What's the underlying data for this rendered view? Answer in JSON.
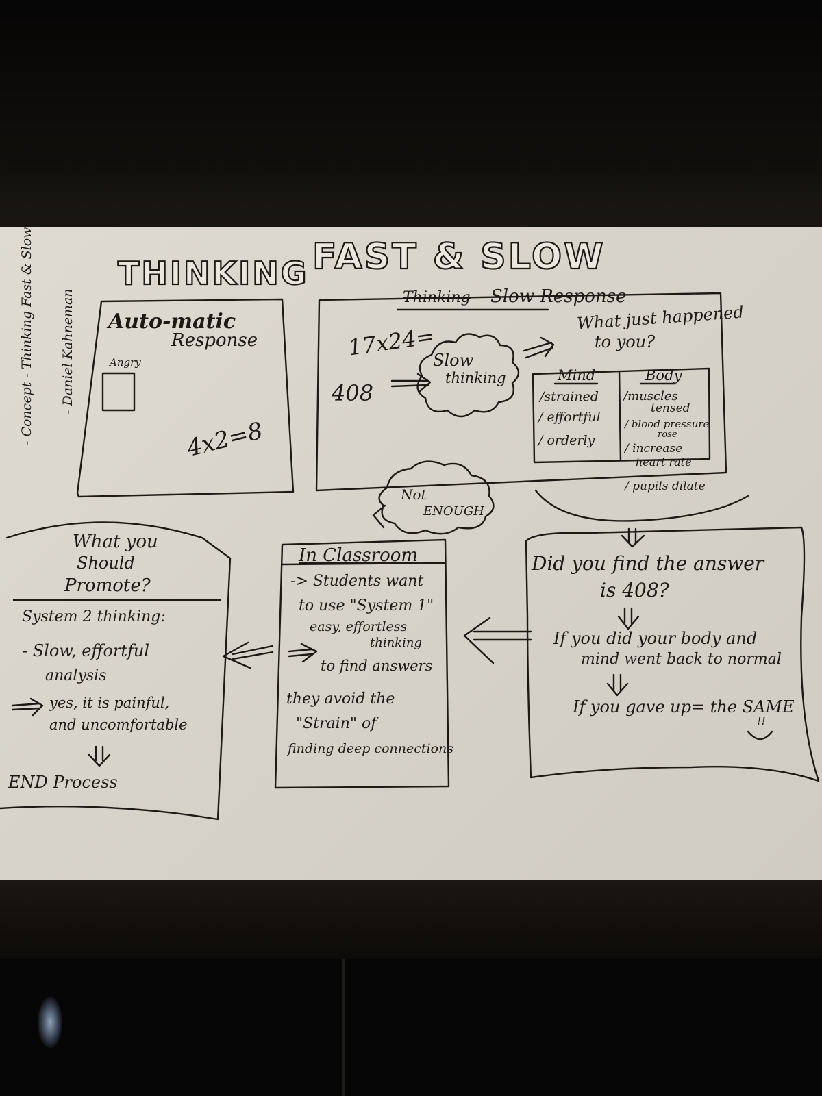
{
  "title": {
    "word1": "THINKING",
    "word2": "FAST & SLOW"
  },
  "side_notes": {
    "concept": "- Concept - Thinking Fast & Slow",
    "author": "- Daniel Kahneman"
  },
  "auto_box": {
    "heading": "Auto-matic",
    "heading2": "Response",
    "face_label": "Angry",
    "equation": "4x2=8"
  },
  "slow_box": {
    "crossed": "Thinking",
    "heading": "Slow Response",
    "problem": "17x24=",
    "answer": "408",
    "cloud_line1": "Slow",
    "cloud_line2": "thinking",
    "question_line1": "What just happened",
    "question_line2": "to you?",
    "mind_header": "Mind",
    "mind_items": [
      "/strained",
      "/ effortful",
      "/ orderly"
    ],
    "body_header": "Body",
    "body_items": [
      "/muscles",
      "tensed",
      "/ blood pressure",
      "rose",
      "/ increase",
      "heart rate",
      "/ pupils dilate"
    ]
  },
  "not_enough": {
    "line1": "Not",
    "line2": "ENOUGH"
  },
  "answer_box": {
    "question_line1": "Did you find the answer",
    "question_line2": "is 408?",
    "if_line1": "If you did your body and",
    "if_line2": "mind went back to normal",
    "gave_up": "If you gave up= the SAME",
    "exclaim": "!!"
  },
  "classroom_box": {
    "heading": "In Classroom",
    "line1": "-> Students want",
    "line2": "to use \"System 1\"",
    "line3": "easy, effortless",
    "line4": "thinking",
    "line5": "to find answers",
    "line6": "they avoid the",
    "line7": "\"Strain\" of",
    "line8": "finding deep connections"
  },
  "promote_box": {
    "heading1": "What you",
    "heading2": "Should",
    "heading3": "Promote?",
    "line1": "System 2 thinking:",
    "line2": "- Slow, effortful",
    "line3": "analysis",
    "line4": "yes, it is painful,",
    "line5": "and uncomfortable",
    "line6": "END Process"
  }
}
